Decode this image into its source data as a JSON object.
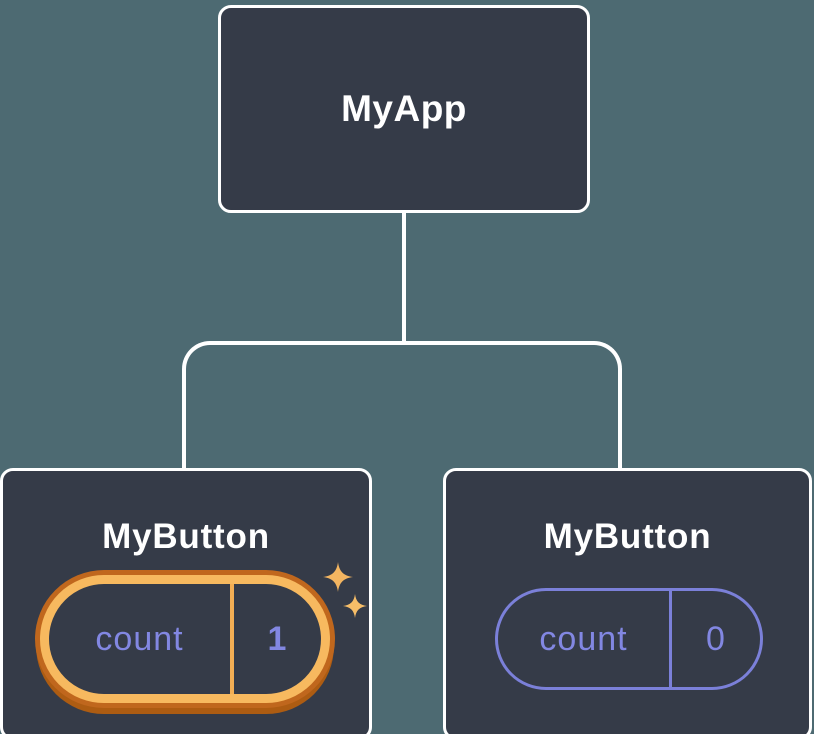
{
  "colors": {
    "canvas_background": "#4D6A72",
    "node_background": "#353B48",
    "node_border": "#FFFFFF",
    "connector": "#FFFFFF",
    "node_label_text": "#FFFFFF",
    "state_text": "#8287E2",
    "plain_pill_border": "#7B80D9",
    "highlight_ring_inner": "#F7B95F",
    "highlight_ring_outer": "#C0671D",
    "highlight_divider": "#F2AE54",
    "sparkle": "#F3B561"
  },
  "tree": {
    "root": {
      "label": "MyApp"
    },
    "children": [
      {
        "label": "MyButton",
        "state": {
          "key": "count",
          "value": "1"
        },
        "highlighted": true,
        "icon": "sparkles-icon"
      },
      {
        "label": "MyButton",
        "state": {
          "key": "count",
          "value": "0"
        },
        "highlighted": false
      }
    ]
  }
}
